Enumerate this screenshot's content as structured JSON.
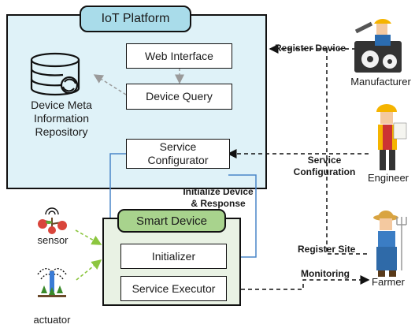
{
  "platform": {
    "title": "IoT Platform",
    "web_interface": "Web Interface",
    "device_query": "Device Query",
    "repository": [
      "Device Meta",
      "Information",
      "Repository"
    ],
    "service_configurator": [
      "Service",
      "Configurator"
    ]
  },
  "device": {
    "title": "Smart Device",
    "initializer": "Initializer",
    "service_executor": "Service Executor"
  },
  "actors": {
    "manufacturer": "Manufacturer",
    "engineer": "Engineer",
    "farmer": "Farmer",
    "sensor": "sensor",
    "actuator": "actuator"
  },
  "edges": {
    "register_device": "Register Device",
    "service_configuration": [
      "Service",
      "Configuration"
    ],
    "initialize_device": [
      "Initialize Device",
      "& Response"
    ],
    "register_site": "Register Site",
    "monitoring": "Monitoring"
  },
  "colors": {
    "platform_bg": "#dff2f8",
    "platform_title_bg": "#a9dcea",
    "device_bg": "#e9f2e4",
    "device_title_bg": "#a8d38d",
    "blue_arrow": "#4a86c8",
    "green_arrow": "#8cc63f",
    "gray_arrow": "#9a9a9a"
  }
}
